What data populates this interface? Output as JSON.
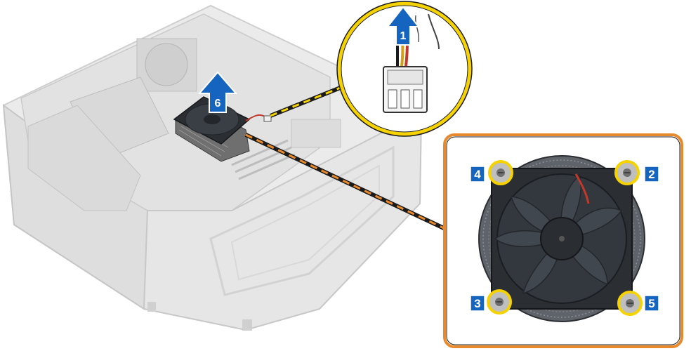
{
  "callouts": {
    "connector_step": "1",
    "lift_step": "6",
    "screw_top_right": "2",
    "screw_bottom_left": "3",
    "screw_top_left": "4",
    "screw_bottom_right": "5"
  },
  "colors": {
    "badge_blue": "#1565c0",
    "highlight_yellow": "#f5d200",
    "callout_orange": "#e8892b",
    "chassis_gray": "#e3e3e3",
    "fan_dark": "#2b2f33"
  }
}
